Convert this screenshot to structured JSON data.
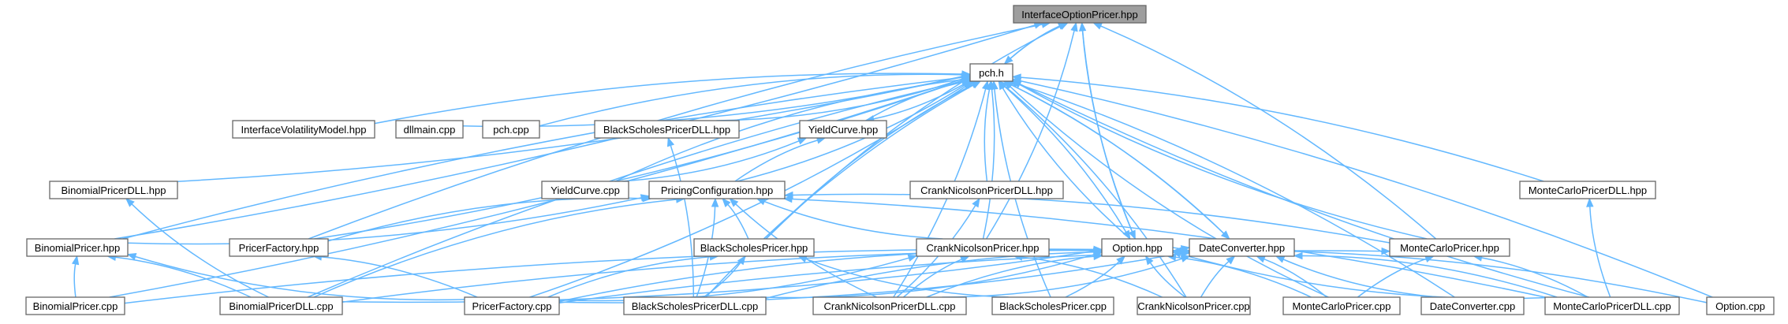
{
  "colors": {
    "edge": "#63b8ff",
    "node_border": "#666666",
    "node_fill": "#ffffff",
    "root_fill": "#9e9e9e",
    "background": "#ffffff"
  },
  "nodes": {
    "iop": "InterfaceOptionPricer.hpp",
    "pch": "pch.h",
    "ivm": "InterfaceVolatilityModel.hpp",
    "dllmain": "dllmain.cpp",
    "pchcpp": "pch.cpp",
    "bspdllh": "BlackScholesPricerDLL.hpp",
    "ych": "YieldCurve.hpp",
    "bpdllh": "BinomialPricerDLL.hpp",
    "yccpp": "YieldCurve.cpp",
    "pc": "PricingConfiguration.hpp",
    "cnpdllh": "CrankNicolsonPricerDLL.hpp",
    "mcpdllh": "MonteCarloPricerDLL.hpp",
    "bph": "BinomialPricer.hpp",
    "pfh": "PricerFactory.hpp",
    "bsph": "BlackScholesPricer.hpp",
    "cnph": "CrankNicolsonPricer.hpp",
    "opth": "Option.hpp",
    "dch": "DateConverter.hpp",
    "mcph": "MonteCarloPricer.hpp",
    "bpcpp": "BinomialPricer.cpp",
    "bpdllcpp": "BinomialPricerDLL.cpp",
    "pfcpp": "PricerFactory.cpp",
    "bspdllcpp": "BlackScholesPricerDLL.cpp",
    "cnpdllcpp": "CrankNicolsonPricerDLL.cpp",
    "bspcpp": "BlackScholesPricer.cpp",
    "cnpcpp": "CrankNicolsonPricer.cpp",
    "mcpcpp": "MonteCarloPricer.cpp",
    "dccpp": "DateConverter.cpp",
    "mcpdllcpp": "MonteCarloPricerDLL.cpp",
    "optcpp": "Option.cpp"
  },
  "edges": [
    [
      "iop",
      "pch"
    ],
    [
      "iop",
      "bph"
    ],
    [
      "iop",
      "pfh"
    ],
    [
      "iop",
      "cnph"
    ],
    [
      "iop",
      "opth"
    ],
    [
      "iop",
      "mcph"
    ],
    [
      "iop",
      "bsph"
    ],
    [
      "pch",
      "iop"
    ],
    [
      "pch",
      "ivm"
    ],
    [
      "pch",
      "dllmain"
    ],
    [
      "pch",
      "pchcpp"
    ],
    [
      "pch",
      "bspdllh"
    ],
    [
      "pch",
      "ych"
    ],
    [
      "pch",
      "bpdllh"
    ],
    [
      "pch",
      "yccpp"
    ],
    [
      "pch",
      "pc"
    ],
    [
      "pch",
      "cnpdllh"
    ],
    [
      "pch",
      "mcpdllh"
    ],
    [
      "pch",
      "bph"
    ],
    [
      "pch",
      "pfh"
    ],
    [
      "pch",
      "bsph"
    ],
    [
      "pch",
      "cnph"
    ],
    [
      "pch",
      "opth"
    ],
    [
      "pch",
      "dch"
    ],
    [
      "pch",
      "mcph"
    ],
    [
      "pch",
      "bpcpp"
    ],
    [
      "pch",
      "bpdllcpp"
    ],
    [
      "pch",
      "pfcpp"
    ],
    [
      "pch",
      "bspdllcpp"
    ],
    [
      "pch",
      "cnpdllcpp"
    ],
    [
      "pch",
      "bspcpp"
    ],
    [
      "pch",
      "cnpcpp"
    ],
    [
      "pch",
      "mcpcpp"
    ],
    [
      "pch",
      "dccpp"
    ],
    [
      "pch",
      "mcpdllcpp"
    ],
    [
      "pch",
      "optcpp"
    ],
    [
      "ych",
      "pch"
    ],
    [
      "ych",
      "yccpp"
    ],
    [
      "ych",
      "pc"
    ],
    [
      "bspdllh",
      "bspdllcpp"
    ],
    [
      "bpdllh",
      "bpdllcpp"
    ],
    [
      "cnpdllh",
      "cnpdllcpp"
    ],
    [
      "mcpdllh",
      "mcpdllcpp"
    ],
    [
      "pc",
      "bph"
    ],
    [
      "pc",
      "pfh"
    ],
    [
      "pc",
      "bsph"
    ],
    [
      "pc",
      "cnph"
    ],
    [
      "pc",
      "mcph"
    ],
    [
      "pc",
      "bpdllcpp"
    ],
    [
      "pc",
      "bspdllcpp"
    ],
    [
      "pc",
      "cnpdllcpp"
    ],
    [
      "pc",
      "mcpdllcpp"
    ],
    [
      "bph",
      "bpcpp"
    ],
    [
      "bph",
      "bpdllcpp"
    ],
    [
      "bph",
      "pfcpp"
    ],
    [
      "pfh",
      "pfcpp"
    ],
    [
      "bsph",
      "pfcpp"
    ],
    [
      "bsph",
      "bspdllcpp"
    ],
    [
      "bsph",
      "bspcpp"
    ],
    [
      "cnph",
      "pfcpp"
    ],
    [
      "cnph",
      "cnpdllcpp"
    ],
    [
      "cnph",
      "cnpcpp"
    ],
    [
      "opth",
      "pch"
    ],
    [
      "opth",
      "iop"
    ],
    [
      "opth",
      "bpcpp"
    ],
    [
      "opth",
      "bpdllcpp"
    ],
    [
      "opth",
      "pfcpp"
    ],
    [
      "opth",
      "bspdllcpp"
    ],
    [
      "opth",
      "cnpdllcpp"
    ],
    [
      "opth",
      "bspcpp"
    ],
    [
      "opth",
      "cnpcpp"
    ],
    [
      "opth",
      "mcpcpp"
    ],
    [
      "opth",
      "mcpdllcpp"
    ],
    [
      "opth",
      "optcpp"
    ],
    [
      "dch",
      "pch"
    ],
    [
      "dch",
      "opth"
    ],
    [
      "dch",
      "bpdllcpp"
    ],
    [
      "dch",
      "pfcpp"
    ],
    [
      "dch",
      "bspdllcpp"
    ],
    [
      "dch",
      "cnpdllcpp"
    ],
    [
      "dch",
      "cnpcpp"
    ],
    [
      "dch",
      "mcpcpp"
    ],
    [
      "dch",
      "dccpp"
    ],
    [
      "dch",
      "mcpdllcpp"
    ],
    [
      "mcph",
      "mcpcpp"
    ],
    [
      "mcph",
      "mcpdllcpp"
    ],
    [
      "mcph",
      "pfcpp"
    ]
  ]
}
